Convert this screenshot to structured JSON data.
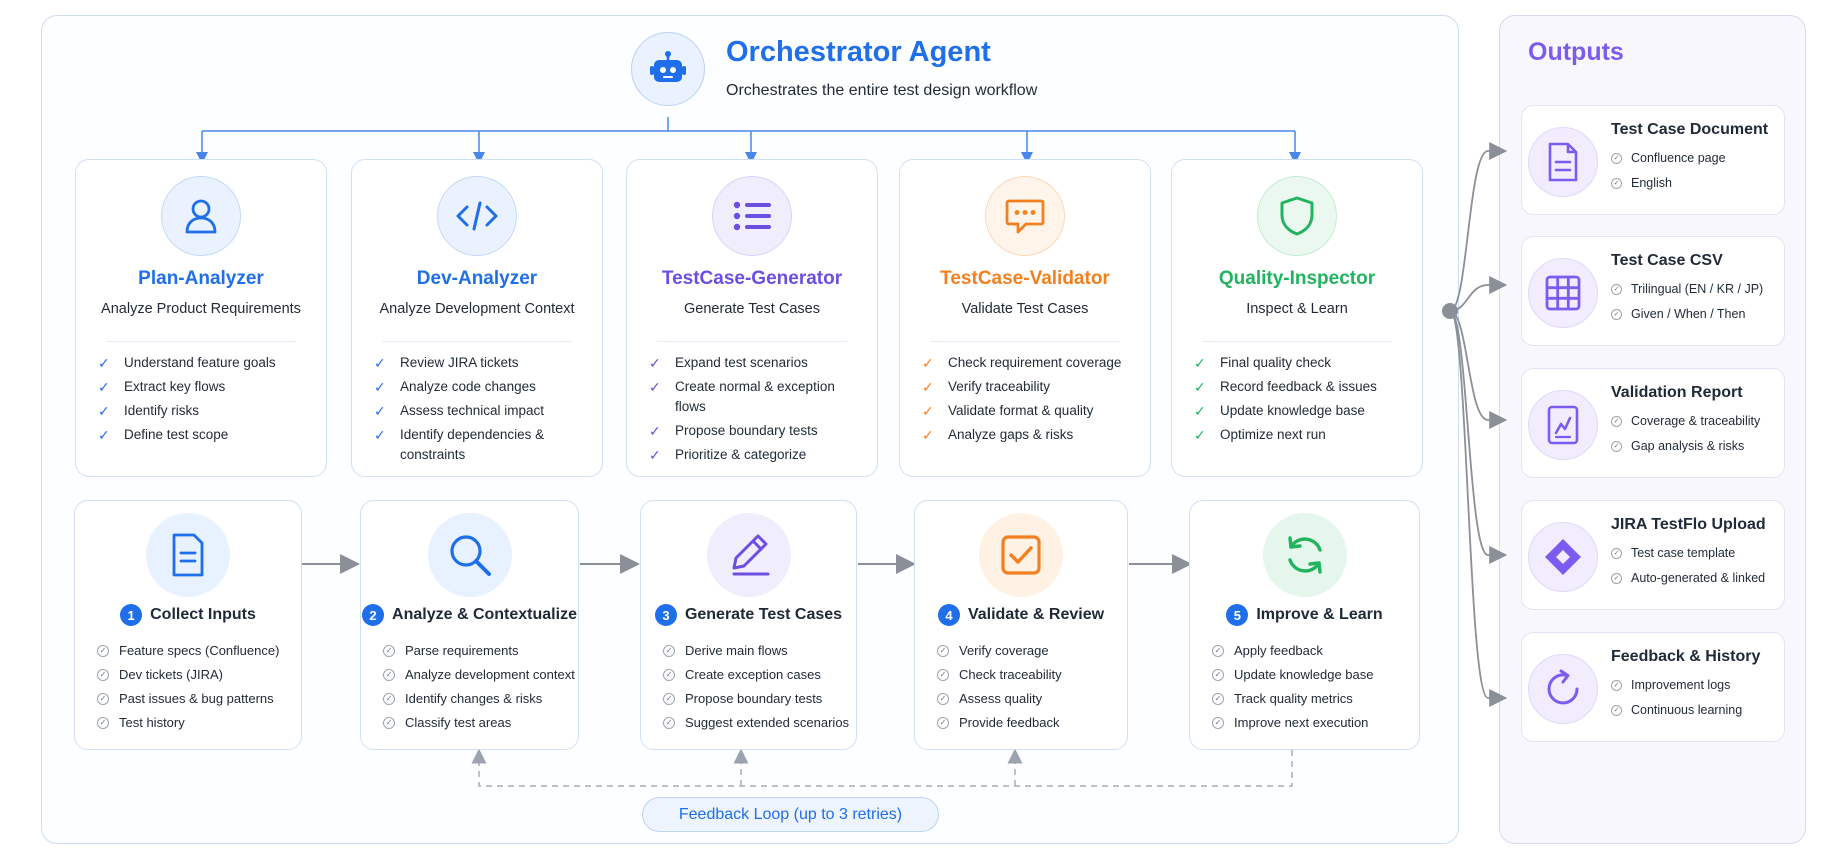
{
  "orchestrator": {
    "title": "Orchestrator Agent",
    "subtitle": "Orchestrates the entire test design workflow",
    "icon": "robot-icon"
  },
  "agents": [
    {
      "name": "Plan-Analyzer",
      "desc": "Analyze Product Requirements",
      "color": "#1f6fea",
      "icon": "user-icon",
      "items": [
        "Understand feature goals",
        "Extract key flows",
        "Identify risks",
        "Define test scope"
      ]
    },
    {
      "name": "Dev-Analyzer",
      "desc": "Analyze Development Context",
      "color": "#1f6fea",
      "icon": "code-icon",
      "items": [
        "Review JIRA tickets",
        "Analyze code changes",
        "Assess technical impact",
        "Identify dependencies & constraints"
      ]
    },
    {
      "name": "TestCase-Generator",
      "desc": "Generate Test Cases",
      "color": "#6a4fe0",
      "icon": "list-icon",
      "items": [
        "Expand test scenarios",
        "Create normal & exception flows",
        "Propose boundary tests",
        "Prioritize & categorize"
      ]
    },
    {
      "name": "TestCase-Validator",
      "desc": "Validate Test Cases",
      "color": "#f47f1f",
      "icon": "chat-icon",
      "items": [
        "Check requirement coverage",
        "Verify traceability",
        "Validate format & quality",
        "Analyze gaps & risks"
      ]
    },
    {
      "name": "Quality-Inspector",
      "desc": "Inspect & Learn",
      "color": "#22b35e",
      "icon": "shield-icon",
      "items": [
        "Final quality check",
        "Record feedback & issues",
        "Update knowledge base",
        "Optimize next run"
      ]
    }
  ],
  "steps": [
    {
      "num": "1",
      "name": "Collect Inputs",
      "icon": "document-icon",
      "items": [
        "Feature specs (Confluence)",
        "Dev tickets (JIRA)",
        "Past issues & bug patterns",
        "Test history"
      ]
    },
    {
      "num": "2",
      "name": "Analyze & Contextualize",
      "icon": "search-icon",
      "items": [
        "Parse requirements",
        "Analyze development context",
        "Identify changes & risks",
        "Classify test areas"
      ]
    },
    {
      "num": "3",
      "name": "Generate Test Cases",
      "icon": "pencil-icon",
      "items": [
        "Derive main flows",
        "Create exception cases",
        "Propose boundary tests",
        "Suggest extended scenarios"
      ]
    },
    {
      "num": "4",
      "name": "Validate & Review",
      "icon": "checkbox-icon",
      "items": [
        "Verify coverage",
        "Check traceability",
        "Assess quality",
        "Provide feedback"
      ]
    },
    {
      "num": "5",
      "name": "Improve & Learn",
      "icon": "refresh-icon",
      "items": [
        "Apply feedback",
        "Update knowledge base",
        "Track quality metrics",
        "Improve next execution"
      ]
    }
  ],
  "feedback_loop": "Feedback Loop (up to 3 retries)",
  "outputs": {
    "title": "Outputs",
    "items": [
      {
        "title": "Test Case Document",
        "icon": "document-icon",
        "points": [
          "Confluence page",
          "English"
        ]
      },
      {
        "title": "Test Case CSV",
        "icon": "grid-icon",
        "points": [
          "Trilingual (EN / KR / JP)",
          "Given / When / Then"
        ]
      },
      {
        "title": "Validation Report",
        "icon": "report-icon",
        "points": [
          "Coverage & traceability",
          "Gap analysis & risks"
        ]
      },
      {
        "title": "JIRA TestFlo Upload",
        "icon": "jira-diamond-icon",
        "points": [
          "Test case template",
          "Auto-generated & linked"
        ]
      },
      {
        "title": "Feedback & History",
        "icon": "history-icon",
        "points": [
          "Improvement logs",
          "Continuous learning"
        ]
      }
    ]
  }
}
